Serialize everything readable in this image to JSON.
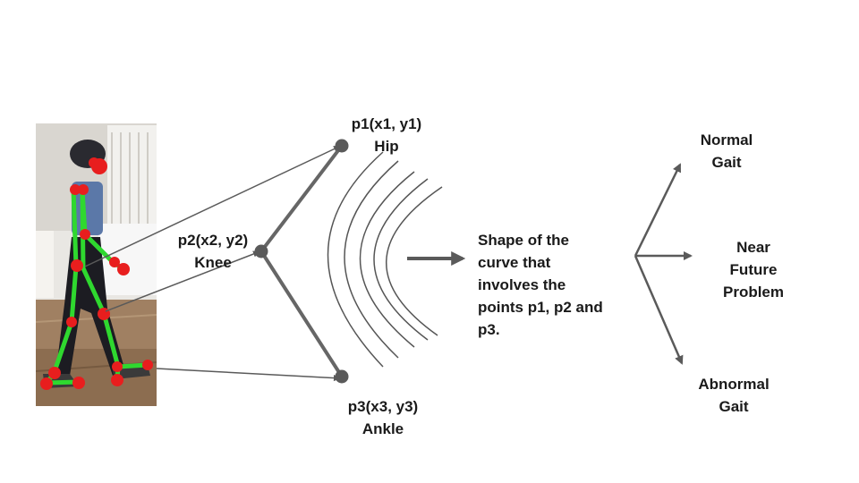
{
  "points": {
    "p1": {
      "coord": "p1(x1, y1)",
      "name": "Hip"
    },
    "p2": {
      "coord": "p2(x2, y2)",
      "name": "Knee"
    },
    "p3": {
      "coord": "p3(x3, y3)",
      "name": "Ankle"
    }
  },
  "description": [
    "Shape of the",
    "curve that",
    "involves the",
    "points p1, p2 and",
    "p3."
  ],
  "outcomes": {
    "normal": [
      "Normal",
      "Gait"
    ],
    "near_future": [
      "Near",
      "Future",
      "Problem"
    ],
    "abnormal": [
      "Abnormal",
      "Gait"
    ]
  },
  "colors": {
    "connector": "#5a5a5a",
    "joint": "#e81e1e",
    "bone": "#2fd82f",
    "text": "#1a1a1a"
  },
  "image": {
    "subject": "walking child with pose skeleton overlay"
  }
}
